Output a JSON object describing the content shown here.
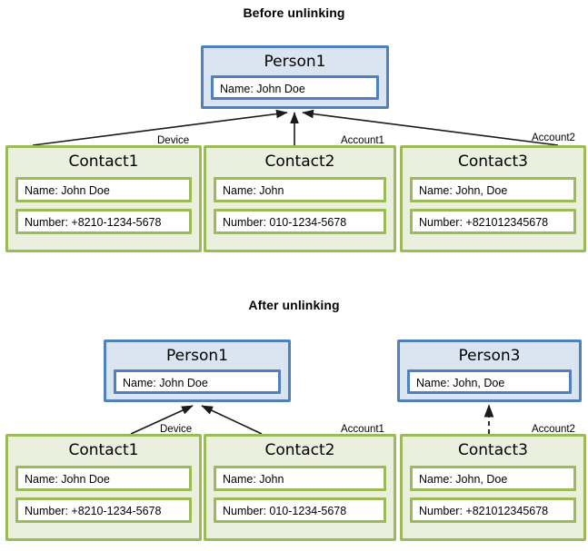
{
  "sections": [
    {
      "id": "before",
      "title": "Before unlinking",
      "person": {
        "title": "Person1",
        "fields": [
          {
            "label": "Name:",
            "value": "John Doe",
            "text": "Name:  John Doe"
          }
        ]
      },
      "contacts": [
        {
          "title": "Contact1",
          "fields": [
            {
              "text": "Name:  John Doe"
            },
            {
              "text": "Number:  +8210-1234-5678"
            }
          ],
          "edge_label": "Device",
          "edge_style": "solid"
        },
        {
          "title": "Contact2",
          "fields": [
            {
              "text": "Name:  John"
            },
            {
              "text": "Number: 010-1234-5678"
            }
          ],
          "edge_label": "Account1",
          "edge_style": "solid"
        },
        {
          "title": "Contact3",
          "fields": [
            {
              "text": "Name:  John, Doe"
            },
            {
              "text": "Number:  +821012345678"
            }
          ],
          "edge_label": "Account2",
          "edge_style": "solid"
        }
      ]
    },
    {
      "id": "after",
      "title": "After unlinking",
      "persons": [
        {
          "title": "Person1",
          "fields": [
            {
              "text": "Name:  John Doe"
            }
          ]
        },
        {
          "title": "Person3",
          "fields": [
            {
              "text": "Name:  John, Doe"
            }
          ]
        }
      ],
      "contacts": [
        {
          "title": "Contact1",
          "fields": [
            {
              "text": "Name:  John Doe"
            },
            {
              "text": "Number:  +8210-1234-5678"
            }
          ],
          "edge_label": "Device",
          "edge_style": "solid"
        },
        {
          "title": "Contact2",
          "fields": [
            {
              "text": "Name:  John"
            },
            {
              "text": "Number: 010-1234-5678"
            }
          ],
          "edge_label": "Account1",
          "edge_style": "solid"
        },
        {
          "title": "Contact3",
          "fields": [
            {
              "text": "Name:  John, Doe"
            },
            {
              "text": "Number:  +821012345678"
            }
          ],
          "edge_label": "Account2",
          "edge_style": "dashed"
        }
      ]
    }
  ],
  "colors": {
    "person_border": "#4f81bd",
    "person_fill": "#dbe5f1",
    "contact_border": "#9bbb59",
    "contact_fill": "#ebefdd",
    "edge": "#1a1a1a",
    "field_fill": "#ffffff"
  }
}
